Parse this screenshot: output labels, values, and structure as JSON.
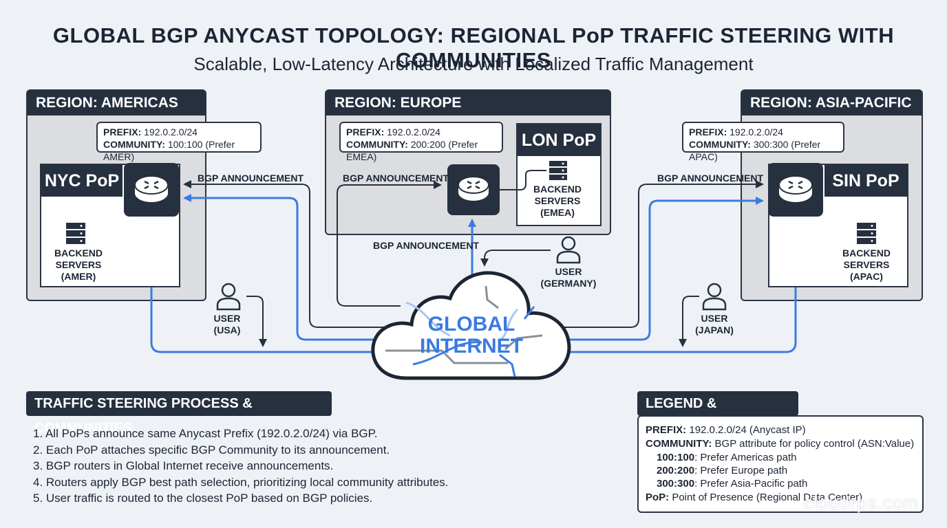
{
  "title": "GLOBAL BGP ANYCAST TOPOLOGY: REGIONAL PoP TRAFFIC STEERING WITH COMMUNITIES",
  "subtitle": "Scalable, Low-Latency Architecture with Localized Traffic Management",
  "regions": {
    "americas": {
      "label": "REGION: AMERICAS",
      "prefix_key": "PREFIX:",
      "prefix_val": " 192.0.2.0/24",
      "community_key": "COMMUNITY:",
      "community_val": " 100:100 (Prefer AMER)",
      "pop": "NYC PoP",
      "backend_l1": "BACKEND",
      "backend_l2": "SERVERS",
      "backend_l3": "(AMER)"
    },
    "europe": {
      "label": "REGION: EUROPE",
      "prefix_key": "PREFIX:",
      "prefix_val": " 192.0.2.0/24",
      "community_key": "COMMUNITY:",
      "community_val": " 200:200 (Prefer EMEA)",
      "pop": "LON PoP",
      "backend_l1": "BACKEND",
      "backend_l2": "SERVERS",
      "backend_l3": "(EMEA)"
    },
    "apac": {
      "label": "REGION: ASIA-PACIFIC",
      "prefix_key": "PREFIX:",
      "prefix_val": " 192.0.2.0/24",
      "community_key": "COMMUNITY:",
      "community_val": " 300:300 (Prefer APAC)",
      "pop": "SIN PoP",
      "backend_l1": "BACKEND",
      "backend_l2": "SERVERS",
      "backend_l3": "(APAC)"
    }
  },
  "announcement_label": "BGP ANNOUNCEMENT",
  "internet": {
    "line1": "GLOBAL",
    "line2": "INTERNET"
  },
  "users": {
    "usa": {
      "l1": "USER",
      "l2": "(USA)"
    },
    "germany": {
      "l1": "USER",
      "l2": "(GERMANY)"
    },
    "japan": {
      "l1": "USER",
      "l2": "(JAPAN)"
    }
  },
  "process": {
    "heading": "TRAFFIC STEERING PROCESS & COMMUNITIES",
    "steps": [
      "1. All PoPs announce same Anycast Prefix (192.0.2.0/24) via BGP.",
      "2. Each PoP attaches specific BGP Community to its announcement.",
      "3. BGP routers in Global Internet receive announcements.",
      "4. Routers apply BGP best path selection, prioritizing local community attributes.",
      "5. User traffic is routed to the closest PoP based on BGP policies."
    ]
  },
  "legend": {
    "heading": "LEGEND & ATTRIBUTES",
    "rows": [
      {
        "key": "PREFIX:",
        "val": " 192.0.2.0/24 (Anycast IP)"
      },
      {
        "key": "COMMUNITY:",
        "val": " BGP attribute for policy control (ASN:Value)"
      },
      {
        "key": "100:100",
        "val": ": Prefer Americas path"
      },
      {
        "key": "200:200",
        "val": ": Prefer Europe path"
      },
      {
        "key": "300:300",
        "val": ": Prefer Asia-Pacific path"
      },
      {
        "key": "PoP:",
        "val": " Point of Presence (Regional Data Center)"
      }
    ]
  },
  "watermark": "cloudrps.com",
  "colors": {
    "dark": "#26303f",
    "blue": "#3a7be0",
    "light_blue": "#a8c6f0",
    "gray_line": "#8a8f98",
    "region_fill": "#dcdde0",
    "background": "#eef2f7"
  },
  "icons": [
    "router-icon",
    "server-icon",
    "user-icon",
    "cloud-icon"
  ]
}
